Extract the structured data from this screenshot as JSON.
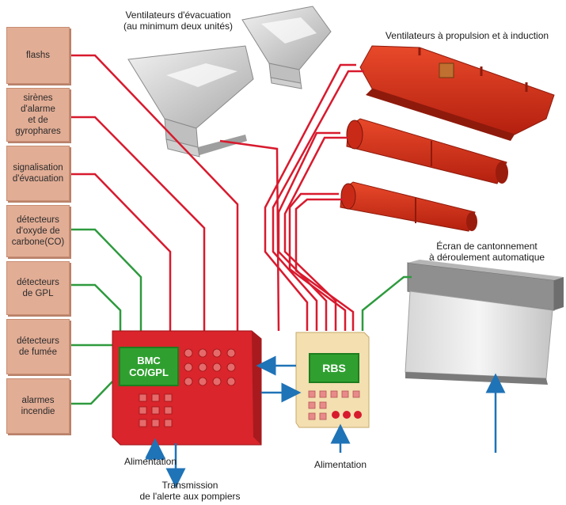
{
  "sensors": [
    {
      "id": "flashs",
      "label": "flashs"
    },
    {
      "id": "sirens",
      "label": "sirènes\nd'alarme\net de\ngyrophares"
    },
    {
      "id": "evac-sign",
      "label": "signalisation\nd'évacuation"
    },
    {
      "id": "co",
      "label": "détecteurs\nd'oxyde de\ncarbone(CO)"
    },
    {
      "id": "gpl",
      "label": "détecteurs\nde GPL"
    },
    {
      "id": "smoke",
      "label": "détecteurs\nde fumée"
    },
    {
      "id": "fire",
      "label": "alarmes\nincendie"
    }
  ],
  "labels": {
    "exhaust_fans": "Ventilateurs d'évacuation\n(au minimum deux unités)",
    "jet_fans": "Ventilateurs à propulsion et à induction",
    "smoke_screen": "Écran de cantonnement\nà déroulement automatique",
    "bmc_power": "Alimentation",
    "rbs_power": "Alimentation",
    "transmission": "Transmission\nde l'alerte aux pompiers"
  },
  "controllers": {
    "bmc": "BMC\nCO/GPL",
    "rbs": "RBS"
  },
  "colors": {
    "red_wire": "#d81a2e",
    "green_wire": "#2e9a3e",
    "blue_arrow": "#1f73b7",
    "tile": "#e2ad95",
    "bmc_body": "#d9252b",
    "rbs_body": "#f3dfb0",
    "screen_green": "#2fa02f"
  }
}
